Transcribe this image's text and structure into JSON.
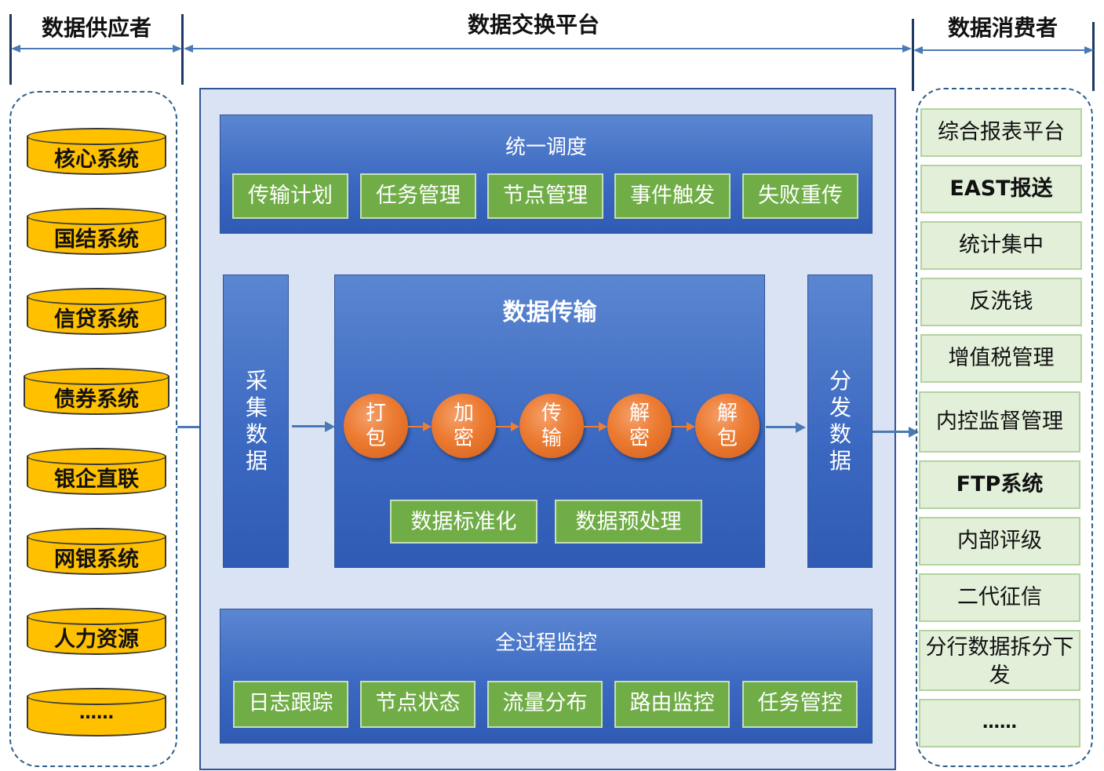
{
  "headers": {
    "supplier": "数据供应者",
    "platform": "数据交换平台",
    "consumer": "数据消费者"
  },
  "suppliers": [
    "核心系统",
    "国结系统",
    "信贷系统",
    "债券系统",
    "银企直联",
    "网银系统",
    "人力资源",
    "……"
  ],
  "scheduling": {
    "title": "统一调度",
    "items": [
      "传输计划",
      "任务管理",
      "节点管理",
      "事件触发",
      "失败重传"
    ]
  },
  "collect": "采集数据",
  "distribute": "分发数据",
  "transfer": {
    "title": "数据传输",
    "steps": [
      [
        "打",
        "包"
      ],
      [
        "加",
        "密"
      ],
      [
        "传",
        "输"
      ],
      [
        "解",
        "密"
      ],
      [
        "解",
        "包"
      ]
    ],
    "processing": [
      "数据标准化",
      "数据预处理"
    ]
  },
  "monitoring": {
    "title": "全过程监控",
    "items": [
      "日志跟踪",
      "节点状态",
      "流量分布",
      "路由监控",
      "任务管控"
    ]
  },
  "consumers": [
    "综合报表平台",
    "EAST报送",
    "统计集中",
    "反洗钱",
    "增值税管理",
    "内控监督管理",
    "FTP系统",
    "内部评级",
    "二代征信",
    "分行数据拆分下发",
    "……"
  ],
  "colors": {
    "cylinder": "#ffc000",
    "blue_block": "#3a67c0",
    "green_button": "#70ad47",
    "circle": "#ec7a30",
    "consumer_box": "#e2efd9",
    "platform_bg": "#dae3f3"
  }
}
